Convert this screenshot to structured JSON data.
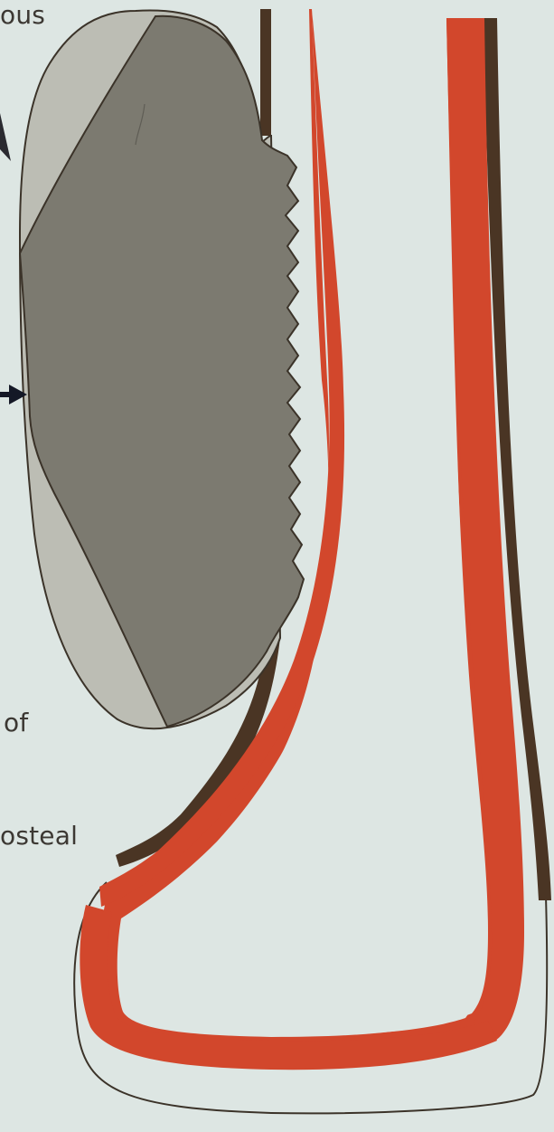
{
  "labels": {
    "top_left": "ous",
    "mid_left": "of",
    "bottom_left": "osteal"
  },
  "colors": {
    "background": "#dde6e3",
    "cortex_red": "#d2472c",
    "cortex_shadow": "#4a3524",
    "mass_dark_gray": "#7c7a70",
    "mass_light_gray": "#bcbdb4",
    "outline": "#3b3329",
    "arrow": "#141826",
    "text": "#3c3833"
  },
  "elements": {
    "tumor_mass": "tumor-mass",
    "cortex": "bone-cortex",
    "arrow": "arrow-icon"
  }
}
